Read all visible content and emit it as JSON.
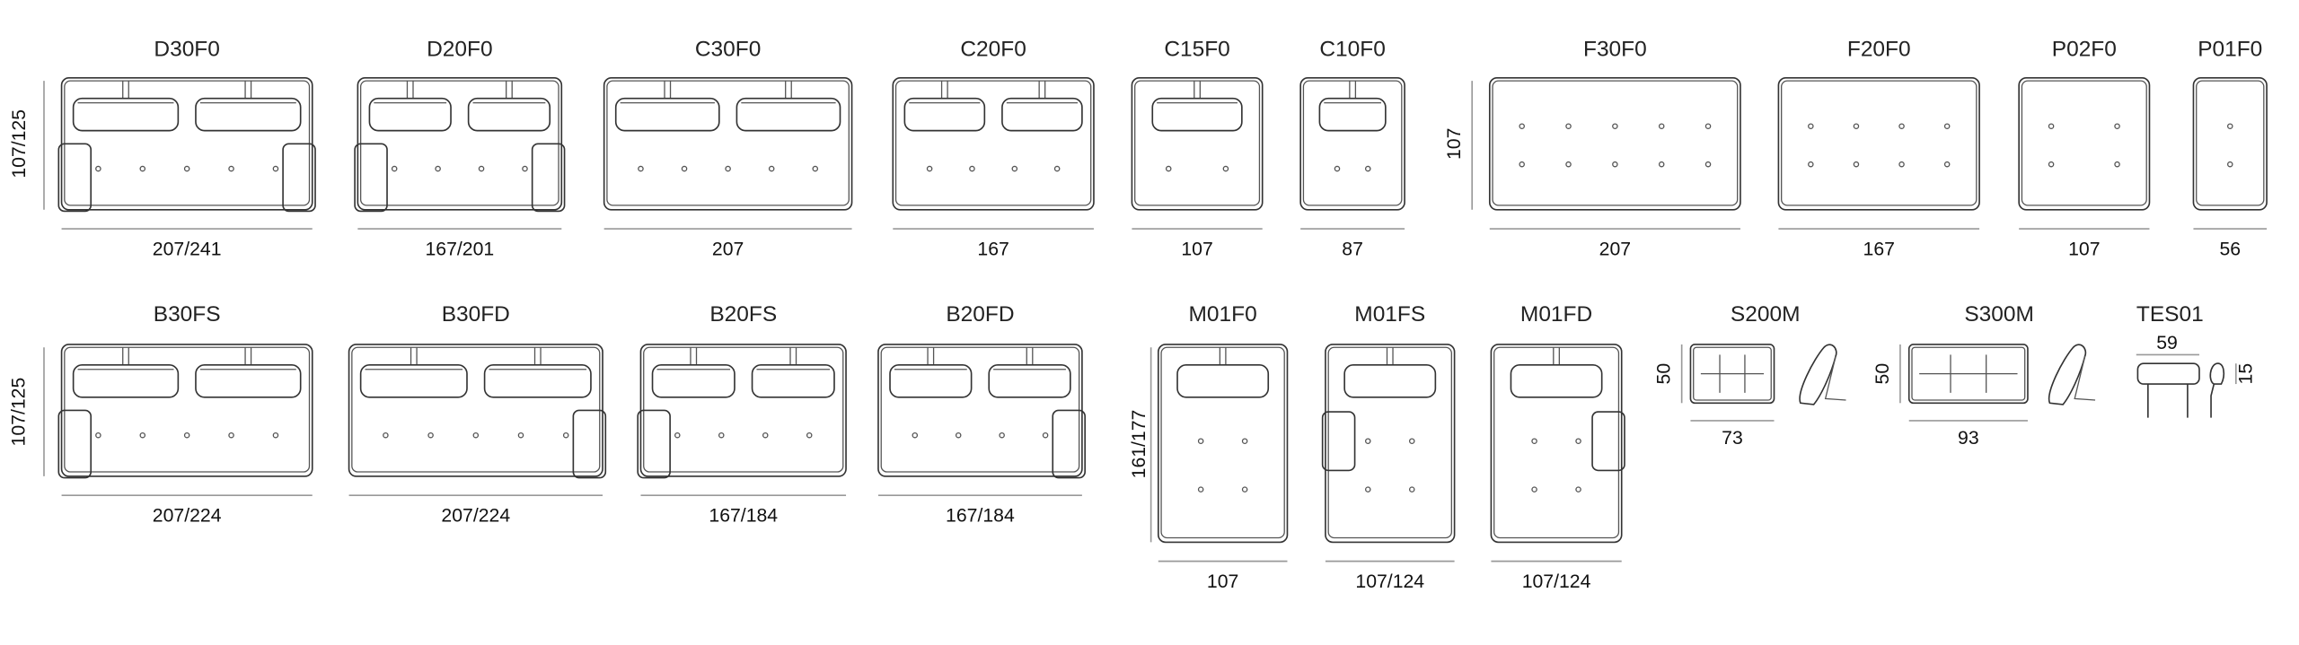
{
  "row1_height_dim": "107/125",
  "pouf_height_dim": "107",
  "row2_height_dim": "107/125",
  "m_height_dim": "161/177",
  "items": [
    {
      "code": "D30F0",
      "width": "207/241",
      "type": "sofa",
      "cushions": 2,
      "arms": "both",
      "dots": 5
    },
    {
      "code": "D20F0",
      "width": "167/201",
      "type": "sofa",
      "cushions": 2,
      "arms": "both",
      "dots": 4
    },
    {
      "code": "C30F0",
      "width": "207",
      "type": "sofa",
      "cushions": 2,
      "arms": "none",
      "dots": 5
    },
    {
      "code": "C20F0",
      "width": "167",
      "type": "sofa",
      "cushions": 2,
      "arms": "none",
      "dots": 4
    },
    {
      "code": "C15F0",
      "width": "107",
      "type": "sofa",
      "cushions": 1,
      "arms": "none",
      "dots": 2
    },
    {
      "code": "C10F0",
      "width": "87",
      "type": "sofa",
      "cushions": 1,
      "arms": "none",
      "dots": 2
    },
    {
      "code": "F30F0",
      "width": "207",
      "type": "pouf",
      "cols": 5
    },
    {
      "code": "F20F0",
      "width": "167",
      "type": "pouf",
      "cols": 4
    },
    {
      "code": "P02F0",
      "width": "107",
      "type": "pouf",
      "cols": 2
    },
    {
      "code": "P01F0",
      "width": "56",
      "type": "pouf",
      "cols": 1
    },
    {
      "code": "B30FS",
      "width": "207/224",
      "type": "sofa",
      "cushions": 2,
      "arms": "left",
      "dots": 5
    },
    {
      "code": "B30FD",
      "width": "207/224",
      "type": "sofa",
      "cushions": 2,
      "arms": "right",
      "dots": 5
    },
    {
      "code": "B20FS",
      "width": "167/184",
      "type": "sofa",
      "cushions": 2,
      "arms": "left",
      "dots": 4
    },
    {
      "code": "B20FD",
      "width": "167/184",
      "type": "sofa",
      "cushions": 2,
      "arms": "right",
      "dots": 4
    },
    {
      "code": "M01F0",
      "width": "107",
      "type": "bed",
      "arms": "none"
    },
    {
      "code": "M01FS",
      "width": "107/124",
      "type": "bed",
      "arms": "left"
    },
    {
      "code": "M01FD",
      "width": "107/124",
      "type": "bed",
      "arms": "right"
    }
  ],
  "backs": [
    {
      "code": "S200M",
      "height": "50",
      "width": "73",
      "crosses": 2
    },
    {
      "code": "S300M",
      "height": "50",
      "width": "93",
      "crosses": 2
    }
  ],
  "headrest": {
    "code": "TES01",
    "width": "59",
    "height": "15"
  }
}
